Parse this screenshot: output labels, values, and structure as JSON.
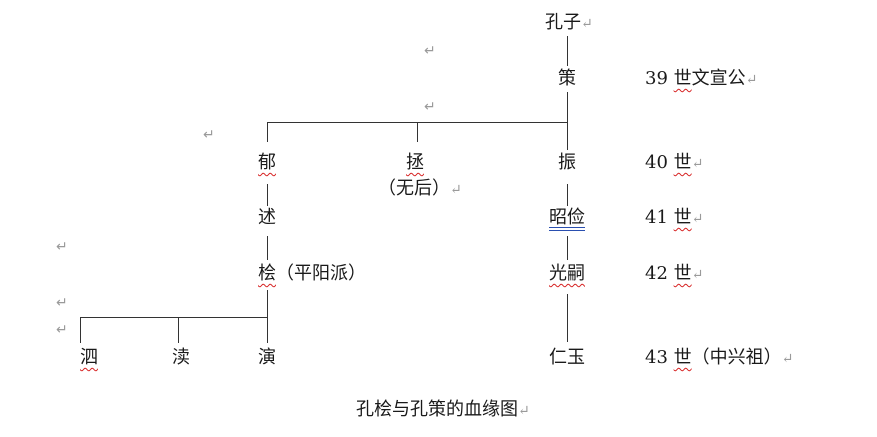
{
  "mark": "↵",
  "nodes": {
    "kongzi": "孔子",
    "ce": "策",
    "yu": "郁",
    "cheng": "拯",
    "cheng_note": "（无后）",
    "zhen": "振",
    "shu": "述",
    "zhao": "昭俭",
    "kuai": "桧",
    "kuai_note": "（平阳派）",
    "guangsi": "光嗣",
    "si": "泗",
    "shu2": "渎",
    "yan": "演",
    "renyu": "仁玉"
  },
  "generations": {
    "g39_num": "39",
    "g39_shi": "世",
    "g39_note": "文宣公",
    "g40_num": "40",
    "g40_shi": "世",
    "g41_num": "41",
    "g41_shi": "世",
    "g42_num": "42",
    "g42_shi": "世",
    "g43_num": "43",
    "g43_shi": "世",
    "g43_note": "（中兴祖）"
  },
  "caption": "孔桧与孔策的血缘图"
}
